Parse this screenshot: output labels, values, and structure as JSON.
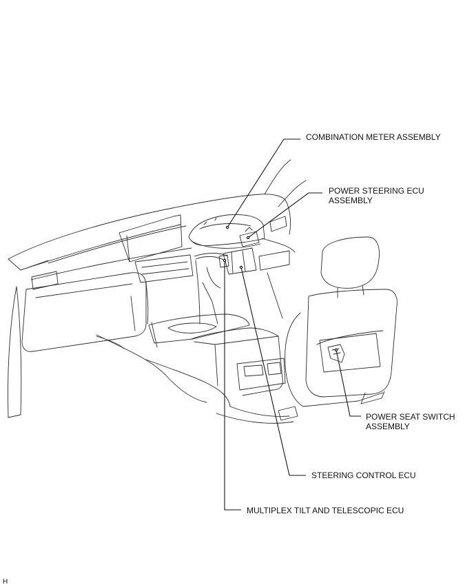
{
  "diagram": {
    "labels": {
      "combination_meter": "COMBINATION METER ASSEMBLY",
      "power_steering_ecu_line1": "POWER STEERING ECU",
      "power_steering_ecu_line2": "ASSEMBLY",
      "power_seat_switch_line1": "POWER SEAT SWITCH",
      "power_seat_switch_line2": "ASSEMBLY",
      "steering_control_ecu": "STEERING CONTROL ECU",
      "multiplex_tilt_ecu": "MULTIPLEX TILT AND TELESCOPIC ECU"
    },
    "corner_mark": "H"
  }
}
